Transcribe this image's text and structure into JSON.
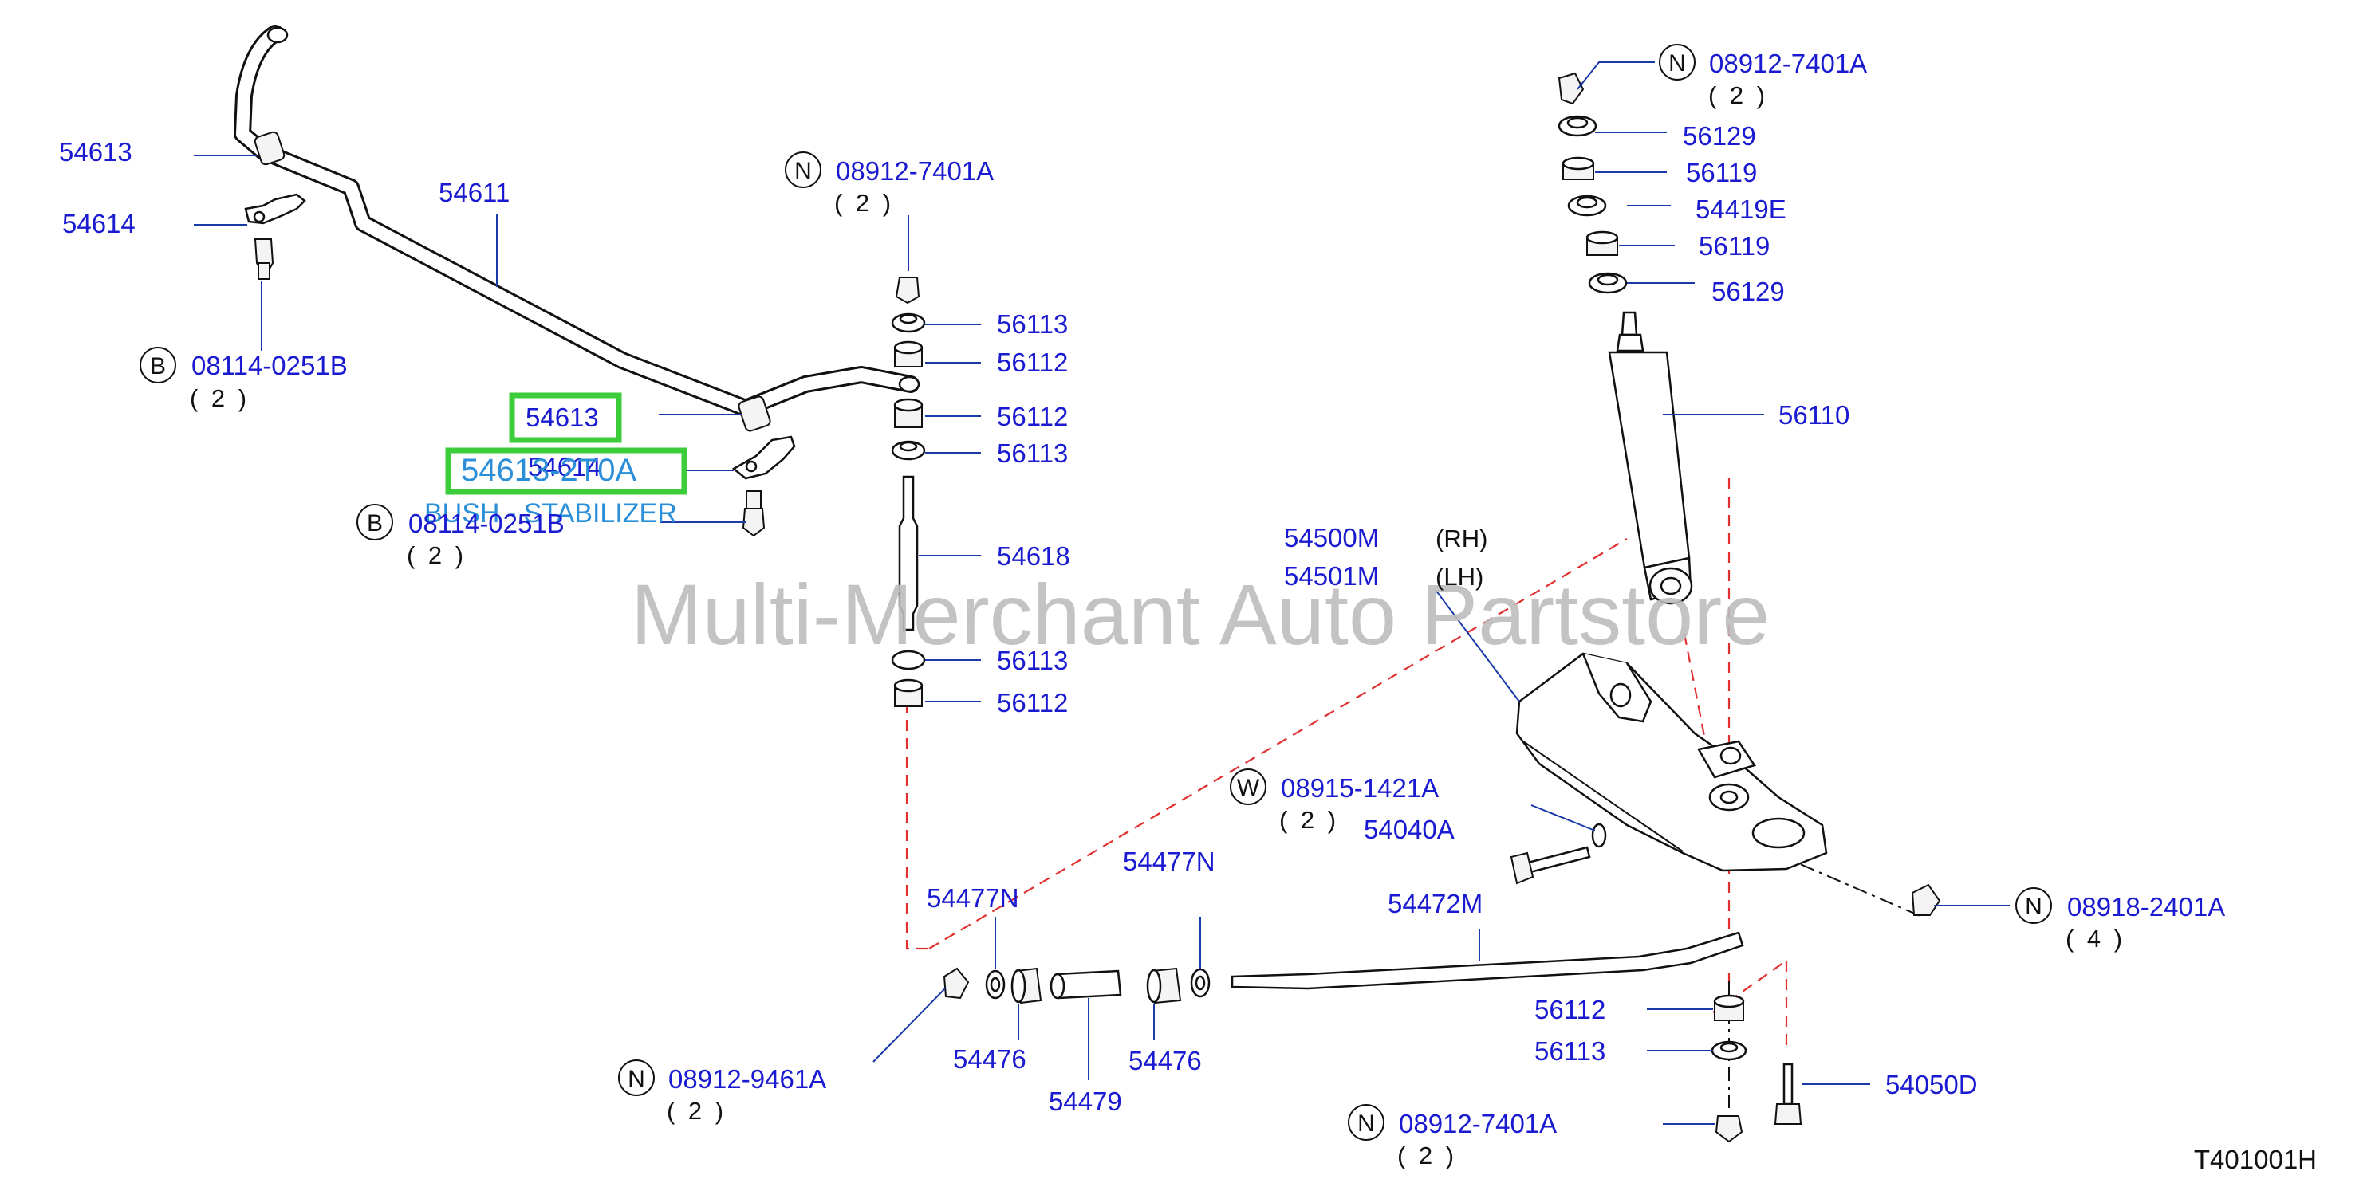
{
  "watermark": "Multi-Merchant Auto Partstore",
  "diagram_code": "T401001H",
  "highlight": {
    "label": "54613",
    "part_number": "54613-2T0A",
    "part_name": "BUSH - STABILIZER"
  },
  "callouts": {
    "c1": {
      "label": "54613"
    },
    "c2": {
      "label": "54614"
    },
    "c3": {
      "label": "54611"
    },
    "c4": {
      "label": "08114-0251B",
      "prefix": "B",
      "qty": "( 2 )"
    },
    "c5": {
      "label": "54614"
    },
    "c6": {
      "label": "08114-0251B",
      "prefix": "B",
      "qty": "( 2 )"
    },
    "c7": {
      "label": "08912-7401A",
      "prefix": "N",
      "qty": "( 2 )"
    },
    "c8": {
      "label": "56113"
    },
    "c9": {
      "label": "56112"
    },
    "c10": {
      "label": "56112"
    },
    "c11": {
      "label": "56113"
    },
    "c12": {
      "label": "54618"
    },
    "c13": {
      "label": "56113"
    },
    "c14": {
      "label": "56112"
    },
    "c15": {
      "label": "08912-7401A",
      "prefix": "N",
      "qty": "( 2 )"
    },
    "c16": {
      "label": "56129"
    },
    "c17": {
      "label": "56119"
    },
    "c18": {
      "label": "54419E"
    },
    "c19": {
      "label": "56119"
    },
    "c20": {
      "label": "56129"
    },
    "c21": {
      "label": "56110"
    },
    "c22": {
      "label": "54500M",
      "side": "(RH)"
    },
    "c23": {
      "label": "54501M",
      "side": "(LH)"
    },
    "c24": {
      "label": "08915-1421A",
      "prefix": "W",
      "qty": "( 2 )"
    },
    "c25": {
      "label": "54040A"
    },
    "c26": {
      "label": "08918-2401A",
      "prefix": "N",
      "qty": "( 4 )"
    },
    "c27": {
      "label": "54477N"
    },
    "c28": {
      "label": "54477N"
    },
    "c29": {
      "label": "54472M"
    },
    "c30": {
      "label": "08912-9461A",
      "prefix": "N",
      "qty": "( 2 )"
    },
    "c31": {
      "label": "54476"
    },
    "c32": {
      "label": "54479"
    },
    "c33": {
      "label": "54476"
    },
    "c34": {
      "label": "56112"
    },
    "c35": {
      "label": "56113"
    },
    "c36": {
      "label": "54050D"
    },
    "c37": {
      "label": "08912-7401A",
      "prefix": "N",
      "qty": "( 2 )"
    }
  }
}
